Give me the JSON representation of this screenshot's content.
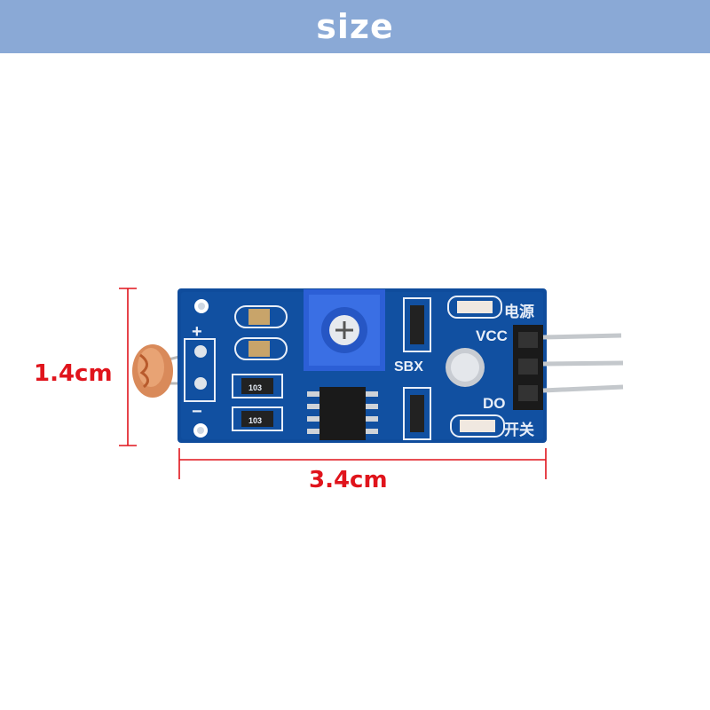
{
  "header": {
    "title": "size"
  },
  "dimensions": {
    "height_label": "1.4cm",
    "width_label": "3.4cm"
  },
  "board_labels": {
    "power_cn": "电源",
    "vcc": "VCC",
    "sbx": "SBX",
    "do": "DO",
    "switch_cn": "开关",
    "plus": "+",
    "minus": "−",
    "resistor_code": "103"
  },
  "colors": {
    "header": "#8aa9d6",
    "pcb": "#0f4c9c",
    "dimension": "#e0141c",
    "potentiometer": "#2c5fd6"
  }
}
